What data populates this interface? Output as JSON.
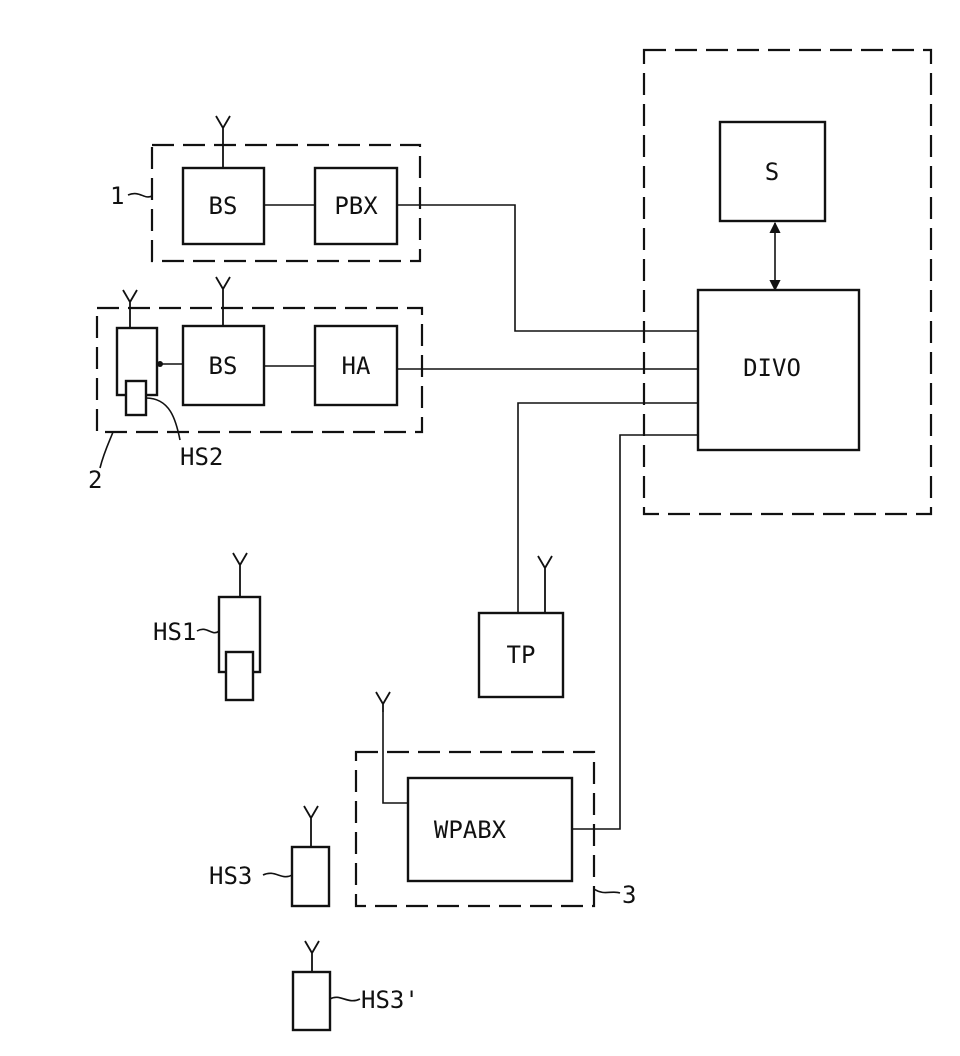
{
  "blocks": {
    "bs1": "BS",
    "pbx": "PBX",
    "bs2": "BS",
    "ha": "HA",
    "s": "S",
    "divo": "DIVO",
    "tp": "TP",
    "wpabx": "WPABX"
  },
  "handsets": {
    "hs1": "HS1",
    "hs2": "HS2",
    "hs3": "HS3",
    "hs3_prime": "HS3'"
  },
  "reference_numerals": {
    "group1": "1",
    "group2": "2",
    "group3": "3"
  }
}
